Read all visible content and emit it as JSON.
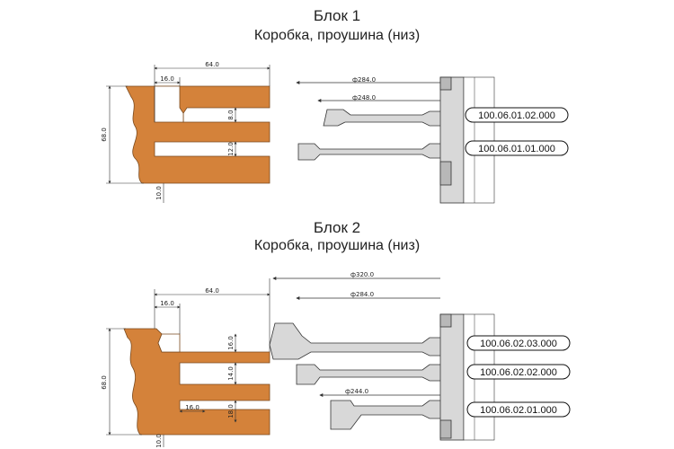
{
  "blocks": [
    {
      "title": "Блок 1",
      "subtitle": "Коробка, проушина (низ)",
      "dims": {
        "width": "64.0",
        "shoulder": "16.0",
        "height": "68.0",
        "slot_a": "8.0",
        "slot_b": "12.0",
        "bottom": "10.0",
        "dia_outer": "ф284.0",
        "dia_inner": "ф248.0"
      },
      "codes": [
        "100.06.01.02.000",
        "100.06.01.01.000"
      ]
    },
    {
      "title": "Блок 2",
      "subtitle": "Коробка, проушина (низ)",
      "dims": {
        "width": "64.0",
        "shoulder": "16.0",
        "height": "68.0",
        "slot_a": "16.0",
        "slot_b": "14.0",
        "slot_c": "18.0",
        "step": "16.0",
        "bottom": "10.0",
        "dia_outer": "ф320.0",
        "dia_mid": "ф284.0",
        "dia_inner": "ф244.0"
      },
      "codes": [
        "100.06.02.03.000",
        "100.06.02.02.000",
        "100.06.02.01.000"
      ]
    }
  ],
  "colors": {
    "wood": "#d4823a",
    "tool": "#d8d8d8",
    "line": "#333333"
  }
}
